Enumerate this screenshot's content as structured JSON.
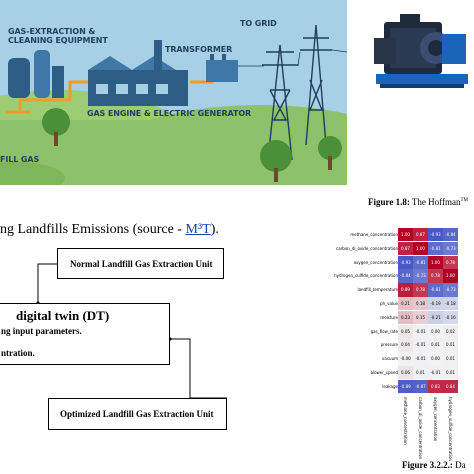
{
  "illustration": {
    "labels": {
      "gas_extraction": "GAS-EXTRACTION &",
      "cleaning_equipment": "CLEANING EQUIPMENT",
      "transformer": "TRANSFORMER",
      "to_grid": "TO GRID",
      "gas_engine": "GAS ENGINE & ELECTRIC GENERATOR",
      "landfill_gas": "FILL GAS"
    },
    "colors": {
      "sky": "#a7d0e6",
      "grass": "#8ec26a",
      "pipe": "#f29b2b",
      "building": "#2e5d85",
      "ground": "#c9b07a"
    }
  },
  "captions": {
    "fig_1_8_label": "Figure 1.8:",
    "fig_1_8_text": " The Hoffman",
    "fig_1_8_tm": "TM",
    "fig_3_2_2_label": "Figure 3.2.2.:",
    "fig_3_2_2_text": " Da"
  },
  "figure_title": {
    "prefix": "ng Landfills Emissions (source - ",
    "link": "M³T",
    "suffix": ")."
  },
  "flow_diagram": {
    "normal_unit": "Normal Landfill Gas Extraction Unit",
    "dt_title": "digital twin (DT)",
    "dt_line1": "ng input parameters.",
    "dt_line2": "ntration.",
    "optimized_unit": "Optimized Landfill Gas Extraction Unit"
  },
  "heatmap": {
    "rows": [
      "methane_concentration",
      "carbon_di_oxide_concentration",
      "oxygen_concentration",
      "hydrogen_sulfide_concentration",
      "landfill_temperature",
      "ph_value",
      "moisture",
      "gas_flow_rate",
      "pressure",
      "vacuum",
      "blower_speed",
      "leakage"
    ],
    "columns": [
      "methane_concentration",
      "carbon_di_oxide_concentration",
      "oxygen_concentration",
      "hydrogen_sulfide_concentration"
    ],
    "values": [
      [
        "1.00",
        "0.87",
        "-0.93",
        "-0.84"
      ],
      [
        "0.87",
        "1.00",
        "-0.81",
        "-0.73"
      ],
      [
        "-0.93",
        "-0.81",
        "1.00",
        "0.78"
      ],
      [
        "-0.84",
        "-0.73",
        "0.78",
        "1.00"
      ],
      [
        "0.89",
        "0.78",
        "-0.81",
        "-0.73"
      ],
      [
        "0.21",
        "0.18",
        "-0.19",
        "-0.18"
      ],
      [
        "0.23",
        "0.15",
        "-0.21",
        "-0.16"
      ],
      [
        "0.05",
        "-0.01",
        "0.00",
        "0.02"
      ],
      [
        "0.04",
        "-0.01",
        "0.01",
        "0.01"
      ],
      [
        "-0.00",
        "-0.01",
        "0.00",
        "0.01"
      ],
      [
        "0.06",
        "0.01",
        "-0.01",
        "0.01"
      ],
      [
        "-0.89",
        "-0.87",
        "0.83",
        "0.84"
      ]
    ],
    "colormap": {
      "positive": "#b40426",
      "neutral": "#f2f2f2",
      "negative": "#3b4cc0"
    }
  }
}
